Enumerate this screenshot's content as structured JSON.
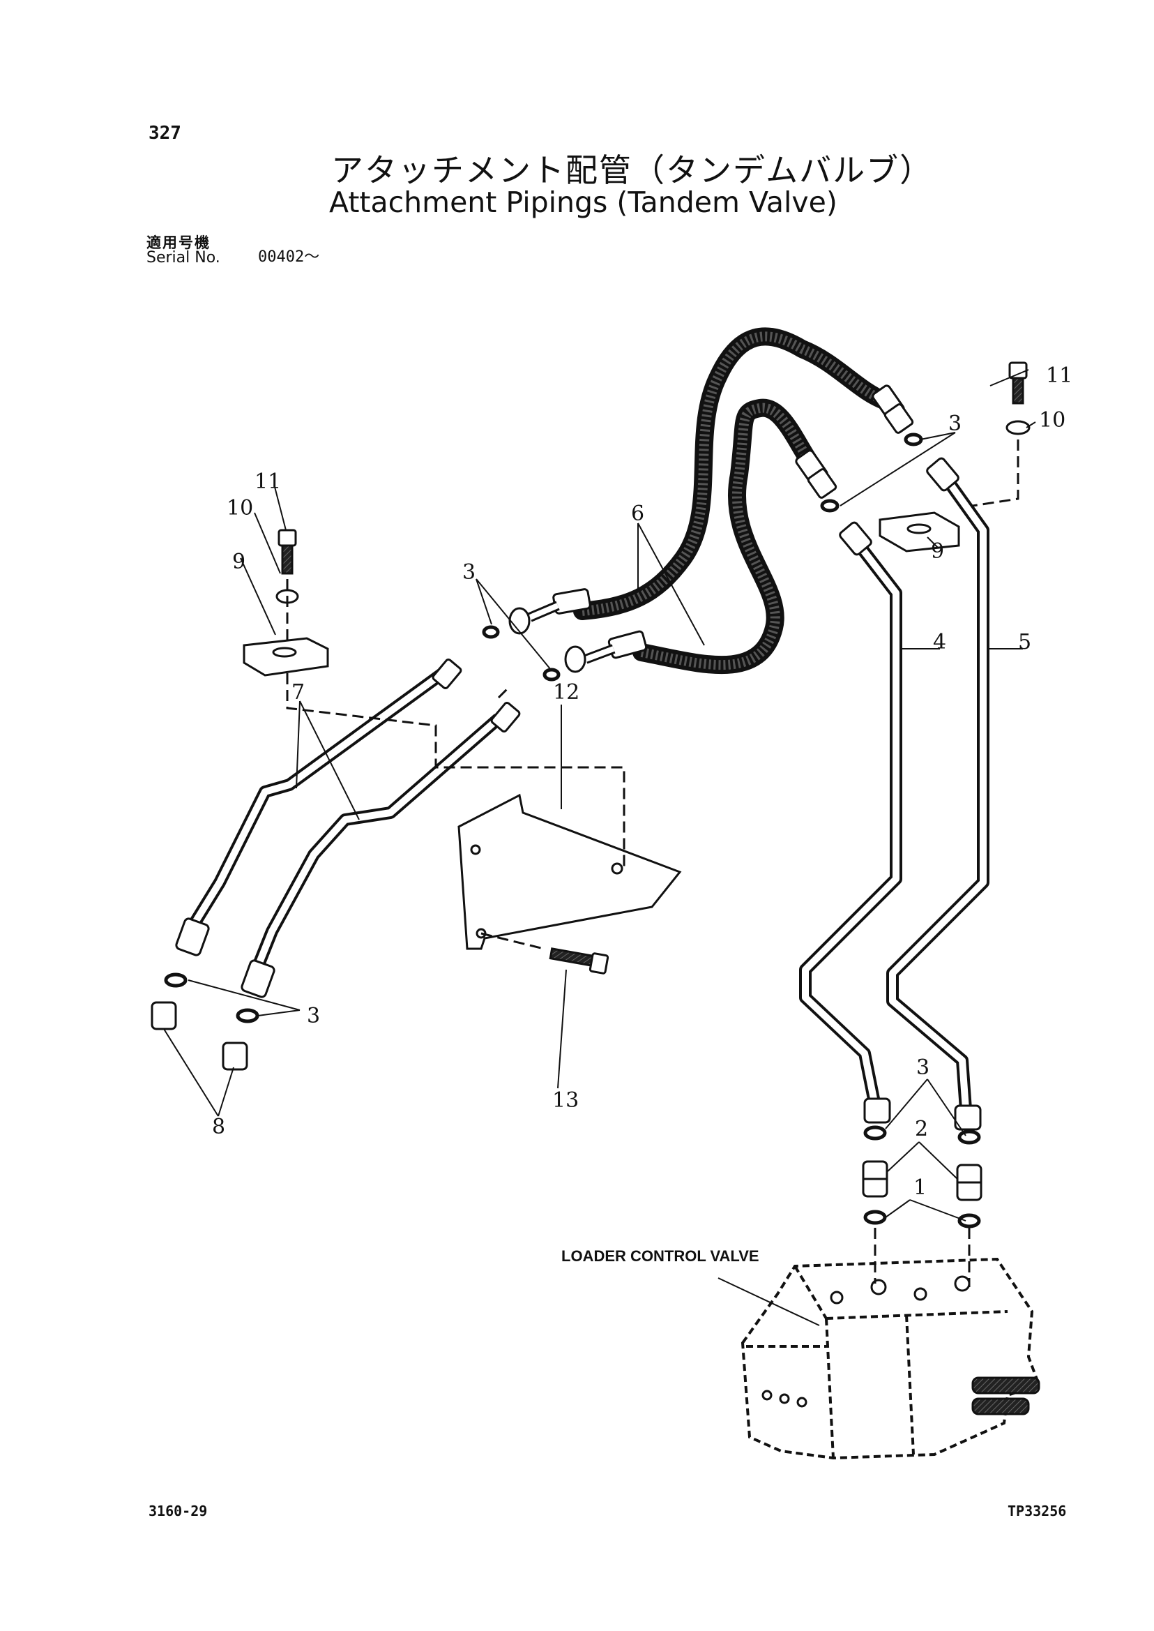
{
  "header": {
    "page_number": "327",
    "title_jp": "アタッチメント配管（タンデムバルブ）",
    "title_en": "Attachment Pipings (Tandem Valve)",
    "serial_label_jp": "適用号機",
    "serial_label_en": "Serial No.",
    "serial_value": "00402～"
  },
  "diagram": {
    "callouts": {
      "c1": "1",
      "c2": "2",
      "c3": "3",
      "c4": "4",
      "c5": "5",
      "c6": "6",
      "c7": "7",
      "c8": "8",
      "c9": "9",
      "c10": "10",
      "c11": "11",
      "c12": "12",
      "c13": "13"
    },
    "valve_label": "LOADER CONTROL VALVE"
  },
  "footer": {
    "doc_code": "3160-29",
    "figure_code": "TP33256"
  }
}
